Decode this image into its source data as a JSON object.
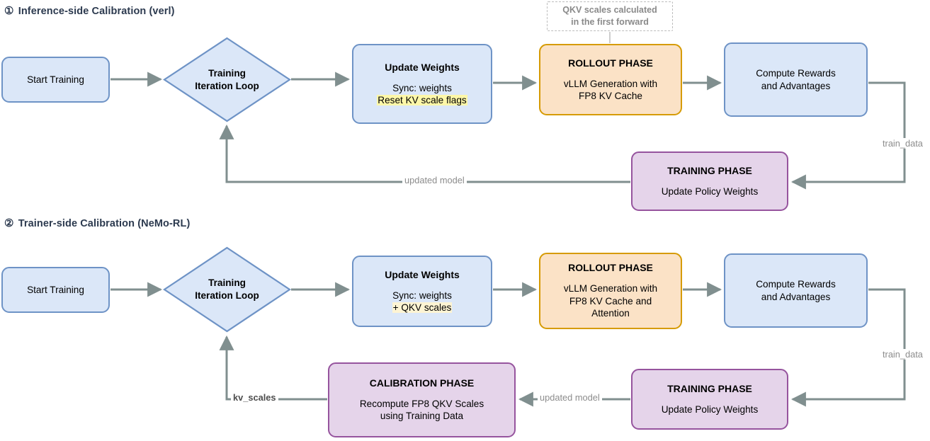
{
  "sections": [
    {
      "marker": "①",
      "title": "Inference-side Calibration (verl)",
      "nodes": {
        "start": {
          "label": "Start Training"
        },
        "loop": {
          "line1": "Training",
          "line2": "Iteration Loop"
        },
        "update_weights": {
          "title": "Update Weights",
          "line1": "Sync: weights",
          "line2": "Reset KV scale flags"
        },
        "note": {
          "line1": "QKV scales calculated",
          "line2": "in the first forward"
        },
        "rollout": {
          "title": "ROLLOUT PHASE",
          "line1": "vLLM Generation with",
          "line2": "FP8 KV Cache"
        },
        "rewards": {
          "line1": "Compute Rewards",
          "line2": "and Advantages"
        },
        "training": {
          "title": "TRAINING PHASE",
          "line1": "Update Policy Weights"
        }
      },
      "edge_labels": {
        "train_data": "train_data",
        "updated_model": "updated model"
      }
    },
    {
      "marker": "②",
      "title": "Trainer-side Calibration (NeMo-RL)",
      "nodes": {
        "start": {
          "label": "Start Training"
        },
        "loop": {
          "line1": "Training",
          "line2": "Iteration Loop"
        },
        "update_weights": {
          "title": "Update Weights",
          "line1": "Sync: weights",
          "line2": "+ QKV scales"
        },
        "rollout": {
          "title": "ROLLOUT PHASE",
          "line1": "vLLM Generation with",
          "line2": "FP8 KV Cache and",
          "line3": "Attention"
        },
        "rewards": {
          "line1": "Compute Rewards",
          "line2": "and Advantages"
        },
        "training": {
          "title": "TRAINING PHASE",
          "line1": "Update Policy Weights"
        },
        "calibration": {
          "title": "CALIBRATION PHASE",
          "line1": "Recompute FP8 QKV Scales",
          "line2": "using Training Data"
        }
      },
      "edge_labels": {
        "train_data": "train_data",
        "updated_model": "updated model",
        "kv_scales": "kv_scales"
      }
    }
  ],
  "colors": {
    "blue_fill": "#dbe7f8",
    "blue_stroke": "#6e93c6",
    "orange_fill": "#fbe2c6",
    "orange_stroke": "#d69b04",
    "purple_fill": "#e5d4ea",
    "purple_stroke": "#96549e",
    "edge": "#808f8f",
    "note_text": "#8a8a8a",
    "highlight_yellow": "#fdf7a8",
    "highlight_cream": "#fdf4d3",
    "title_text": "#2c3a4f"
  }
}
